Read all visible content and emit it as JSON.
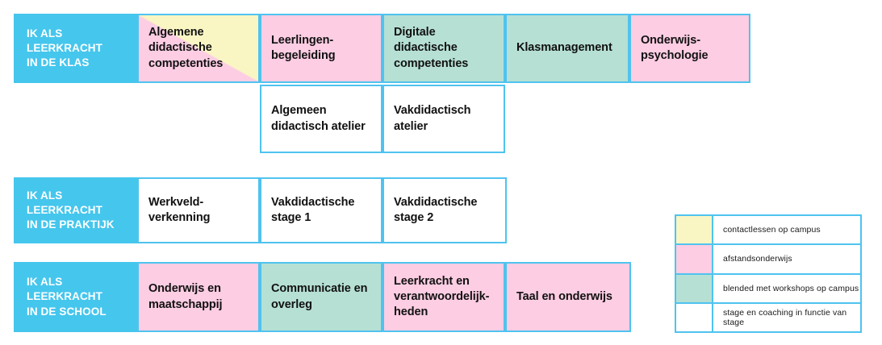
{
  "colors": {
    "header_blue": "#45C6ED",
    "border_blue": "#4FC3EF",
    "pink": "#FCCDE3",
    "mint": "#B6E0D4",
    "yellow": "#FAF6C4",
    "white": "#FFFFFF",
    "text": "#111111"
  },
  "sections": [
    {
      "header": "IK ALS\nLEERKRACHT\nIN DE KLAS",
      "cells": [
        {
          "label": "Algemene\ndidactische\ncompetenties",
          "fill": "split"
        },
        {
          "label": "Leerlingen-\nbegeleiding",
          "fill": "pink"
        },
        {
          "label": "Digitale\ndidactische\ncompetenties",
          "fill": "mint"
        },
        {
          "label": "Klasmanagement",
          "fill": "mint"
        },
        {
          "label": "Onderwijs-\npsychologie",
          "fill": "pink"
        }
      ],
      "subcells": [
        {
          "label": "Algemeen\ndidactisch atelier",
          "fill": "white"
        },
        {
          "label": "Vakdidactisch\natelier",
          "fill": "white"
        }
      ]
    },
    {
      "header": "IK ALS\nLEERKRACHT\nIN DE PRAKTIJK",
      "cells": [
        {
          "label": "Werkveld-\nverkenning",
          "fill": "white"
        },
        {
          "label": "Vakdidactische\nstage 1",
          "fill": "white"
        },
        {
          "label": "Vakdidactische\nstage 2",
          "fill": "white"
        }
      ],
      "subcells": []
    },
    {
      "header": "IK ALS\nLEERKRACHT\nIN DE SCHOOL",
      "cells": [
        {
          "label": "Onderwijs en\nmaatschappij",
          "fill": "pink"
        },
        {
          "label": "Communicatie en\noverleg",
          "fill": "mint"
        },
        {
          "label": "Leerkracht en\nverantwoordelijk-\nheden",
          "fill": "pink"
        },
        {
          "label": "Taal en onderwijs",
          "fill": "pink"
        }
      ],
      "subcells": []
    }
  ],
  "legend": {
    "items": [
      {
        "swatch": "yellow",
        "label": "contactlessen op campus"
      },
      {
        "swatch": "pink",
        "label": "afstandsonderwijs"
      },
      {
        "swatch": "mint",
        "label": "blended met workshops op campus"
      },
      {
        "swatch": "white",
        "label": "stage en coaching in functie van stage"
      }
    ]
  }
}
